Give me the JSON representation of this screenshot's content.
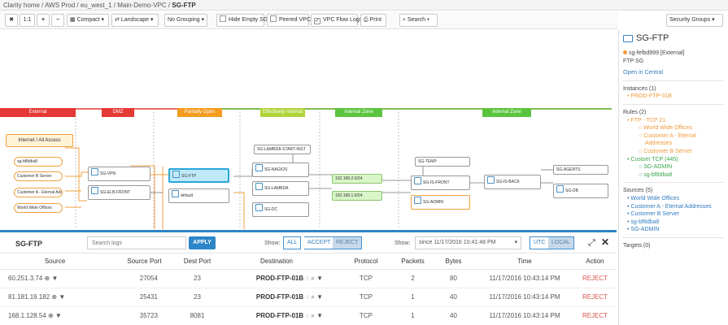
{
  "breadcrumb": {
    "items": [
      "Clarity home",
      "AWS Prod",
      "eu_west_1",
      "Main-Demo-VPC"
    ],
    "current": "SG-FTP"
  },
  "toolbar": {
    "fit": "✖",
    "zoom_reset": "1:1",
    "zoom_in": "+",
    "zoom_out": "−",
    "compact": "Compact",
    "landscape": "Landscape",
    "grouping": "No Grouping",
    "hide_empty_sg": "Hide Empty SG",
    "peered_vpcs": "Peered VPCs",
    "vpc_flow_logs": "VPC Flow Logs",
    "vpc_flow_logs_checked": true,
    "print": "Print",
    "search": "Search",
    "security_groups": "Security Groups"
  },
  "zones": [
    "External",
    "DMZ",
    "Partially Open",
    "Effectively Internal",
    "Internal Zone",
    "Internal Zone"
  ],
  "zone_colors": [
    "#e53935",
    "#e53935",
    "#f39c1f",
    "#b0d33a",
    "#5bc43e",
    "#5bc43e"
  ],
  "nodes": {
    "internet": "Internet / All Access",
    "sg_bf8dba8": "sg-bf8dba8",
    "customer_b": "Customer B Server",
    "customer_a": "Customer A - Eternal Addres",
    "world_wide": "World Wide Offices",
    "sg_vpn": "SG-VPN",
    "sg_elb_front": "SG-ELB-FRONT",
    "sg_ftp": "SG-FTP",
    "default": "default",
    "sg_lambda_start": "SG-LAMBDA-START-INST",
    "sg_nagios": "SG-NAGIOS",
    "sg_lambda": "SG-LAMBDA",
    "sg_dc": "SG-DC",
    "sg_temp": "SG-TEMP",
    "ip1": "192.168.2.0/24",
    "ip2": "192.168.1.0/24",
    "sg_is_front": "SG-IS-FRONT",
    "sg_admin": "SG-ADMIN",
    "sg_is_back": "SG-IS-BACK",
    "sg_agents": "SG-AGENTS",
    "sg_db": "SG-DB"
  },
  "side": {
    "title": "SG-FTP",
    "id": "sg-fefbd999 [External]",
    "desc": "FTP SG",
    "open_central": "Open in Central",
    "instances_hd": "Instances (1)",
    "instances": [
      "PROD-FTP-01B"
    ],
    "rules_hd": "Rules (2)",
    "rule1": "FTP - TCP 21",
    "rule1_items": [
      "World Wide Offices",
      "Customer A - Eternal",
      "Addresses",
      "Customer B Server"
    ],
    "rule2": "Custom TCP (445)",
    "rule2_items": [
      "SG-ADMIN",
      "sg-bf8dba8"
    ],
    "sources_hd": "Sources (5)",
    "sources": [
      "World Wide Offices",
      "Customer A - Eternal Addresses",
      "Customer B Server",
      "sg-bf8dba8",
      "SG-ADMIN"
    ],
    "targets_hd": "Targets (0)"
  },
  "logs": {
    "title": "SG-FTP",
    "search_placeholder": "Search logs",
    "apply": "APPLY",
    "show1_label": "Show:",
    "show_all": "ALL",
    "show_accept": "ACCEPT",
    "show_reject": "REJECT",
    "show2_label": "Show:",
    "since": "since 11/17/2016 10:41:48 PM",
    "utc": "UTC",
    "local": "LOCAL",
    "columns": [
      "Source",
      "Source Port",
      "Dest Port",
      "Destination",
      "Protocol",
      "Packets",
      "Bytes",
      "Time",
      "Action"
    ],
    "rows": [
      {
        "source": "60.251.3.74",
        "sport": "27054",
        "dport": "23",
        "dest": "PROD-FTP-01B",
        "proto": "TCP",
        "packets": "2",
        "bytes": "80",
        "time": "11/17/2016 10:43:14 PM",
        "action": "REJECT"
      },
      {
        "source": "81.181.19.182",
        "sport": "25431",
        "dport": "23",
        "dest": "PROD-FTP-01B",
        "proto": "TCP",
        "packets": "1",
        "bytes": "40",
        "time": "11/17/2016 10:43:14 PM",
        "action": "REJECT"
      },
      {
        "source": "168.1.128.54",
        "sport": "35723",
        "dport": "8081",
        "dest": "PROD-FTP-01B",
        "proto": "TCP",
        "packets": "1",
        "bytes": "40",
        "time": "11/17/2016 10:43:14 PM",
        "action": "REJECT"
      }
    ]
  }
}
